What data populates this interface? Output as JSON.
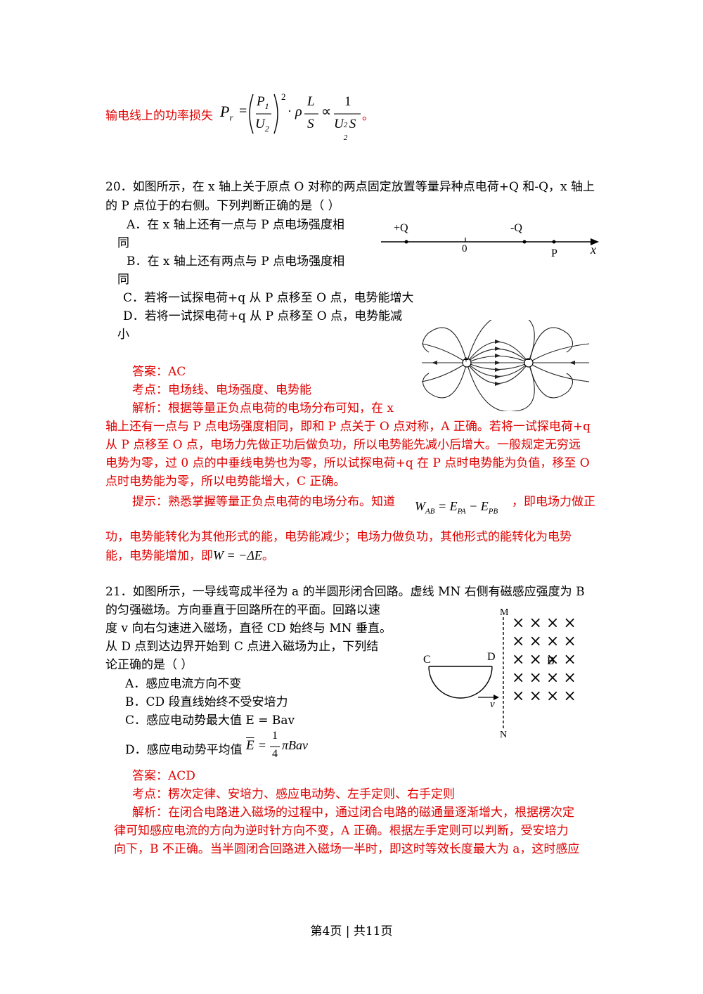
{
  "top_formula": {
    "label": "输电线上的功率损失",
    "lhs": "P",
    "lhs_sub": "r",
    "eq": "=",
    "num1": "P",
    "num1_sub": "1",
    "den1": "U",
    "den1_sub": "2",
    "power": "2",
    "dot": "·",
    "rho": "ρ",
    "num2": "L",
    "den2": "S",
    "prop": "∝",
    "num3": "1",
    "den3": "U",
    "den3_sup": "2",
    "den3_sub": "2",
    "den3_tail": "S",
    "end": "。"
  },
  "q20": {
    "stem1": "20．如图所示，在 x 轴上关于原点 O 对称的两点固定放置等量异种点电荷+Q 和-Q，x 轴上",
    "stem2": "的 P 点位于的右侧。下列判断正确的是（    ）",
    "optA1": "A．在 x 轴上还有一点与 P 点电场强度相",
    "optA2": "同",
    "optB1": "B．在 x 轴上还有两点与 P 点电场强度相",
    "optB2": "同",
    "optC": "C．若将一试探电荷+q 从 P 点移至 O 点，电势能增大",
    "optD1": "D．若将一试探电荷+q 从 P 点移至 O 点，电势能减",
    "optD2": "小",
    "axis": {
      "plusQ": "+Q",
      "minusQ": "-Q",
      "origin": "0",
      "p": "P",
      "x": "x"
    },
    "field_plus": "+",
    "field_minus": "−",
    "answer": "答案：AC",
    "point": "考点：电场线、电场强度、电势能",
    "analysis1": "解析：根据等量正负点电荷的电场分布可知，在 x",
    "analysis2": "轴上还有一点与 P 点电场强度相同，即和 P 点关于 O 点对称，A 正确。若将一试探电荷+q",
    "analysis3": "从 P 点移至 O 点，电场力先做正功后做负功，所以电势能先减小后增大。一般规定无穷远",
    "analysis4": "电势为零，过 0 点的中垂线电势也为零，所以试探电荷+q 在 P 点时电势能为负值，移至 O",
    "analysis5": "点时电势能为零，所以电势能增大，C 正确。",
    "hint_pre": "提示：熟悉掌握等量正负点电荷的电场分布。知道",
    "hint_formula": "W",
    "hint_formula_sub": "AB",
    "hint_eq": " = E",
    "hint_sub1": "PA",
    "hint_minus": " − E",
    "hint_sub2": "PB",
    "hint_post": "，即电场力做正",
    "hint2": "功，电势能转化为其他形式的能，电势能减少；电场力做负功，其他形式的能转化为电势",
    "hint3_pre": "能，电势能增加，即",
    "hint3_formula": "W = −ΔE",
    "hint3_post": "。"
  },
  "q21": {
    "stem1": "21．如图所示，一导线弯成半径为 a 的半圆形闭合回路。虚线 MN 右侧有磁感应强度为 B",
    "stem2": "的匀强磁场。方向垂直于回路所在的平面。回路以速",
    "stem3": "度 v 向右匀速进入磁场，直径 CD 始终与 MN 垂直。",
    "stem4": "从 D 点到达边界开始到 C 点进入磁场为止，下列结",
    "stem5": "论正确的是（    ）",
    "optA": "A．感应电流方向不变",
    "optB": "B．CD 段直线始终不受安培力",
    "optC": "C．感应电动势最大值 E = Bav",
    "optD_pre": "D．感应电动势平均值",
    "optD_E": "E",
    "optD_eq": "=",
    "optD_num": "1",
    "optD_den": "4",
    "optD_tail": "πBav",
    "fig": {
      "M": "M",
      "N": "N",
      "C": "C",
      "D": "D",
      "B": "B",
      "v": "v",
      "cross": "×"
    },
    "answer": "答案：ACD",
    "point": "考点：楞次定律、安培力、感应电动势、左手定则、右手定则",
    "analysis1": "解析：在闭合电路进入磁场的过程中，通过闭合电路的磁通量逐渐增大，根据楞次定",
    "analysis2": "律可知感应电流的方向为逆时针方向不变，A 正确。根据左手定则可以判断，受安培力",
    "analysis3": "向下，B 不正确。当半圆闭合回路进入磁场一半时，即这时等效长度最大为 a，这时感应"
  },
  "footer": "第4页 | 共11页"
}
